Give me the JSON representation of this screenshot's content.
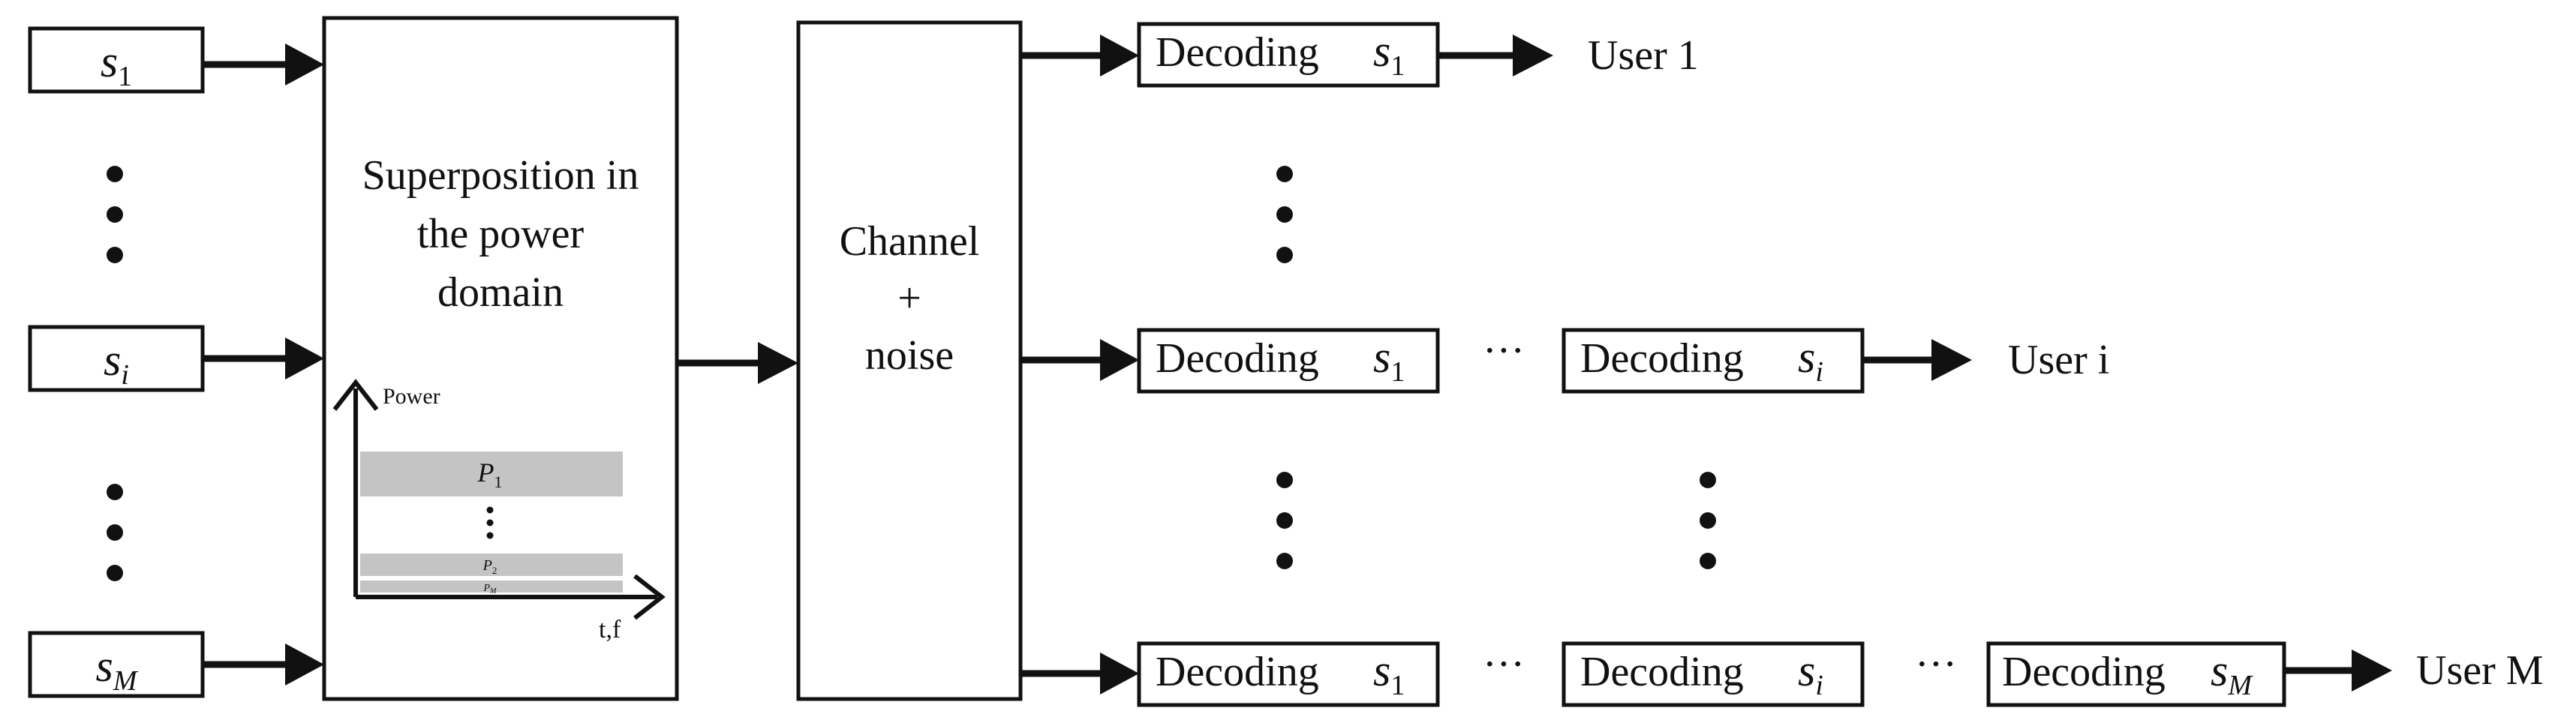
{
  "inputs": {
    "s1": {
      "base": "s",
      "sub": "1"
    },
    "si": {
      "base": "s",
      "sub": "i"
    },
    "sM": {
      "base": "s",
      "sub": "M"
    }
  },
  "superposition": {
    "title_line1": "Superposition in",
    "title_line2": "the power",
    "title_line3": "domain",
    "inner_plot": {
      "y_label": "Power",
      "x_label": "t,f",
      "levels": [
        {
          "label": "P",
          "sub": "1"
        },
        {
          "label": "P",
          "sub": "2"
        },
        {
          "label": "P",
          "sub": "M"
        }
      ]
    }
  },
  "channel": {
    "line1": "Channel",
    "line2": "+",
    "line3": "noise"
  },
  "decoders": {
    "word": "Decoding",
    "sym": "s",
    "sub1": "1",
    "subi": "i",
    "subM": "M"
  },
  "users": {
    "u1": "User 1",
    "ui": "User i",
    "uM": "User M"
  },
  "ellipsis": "···"
}
